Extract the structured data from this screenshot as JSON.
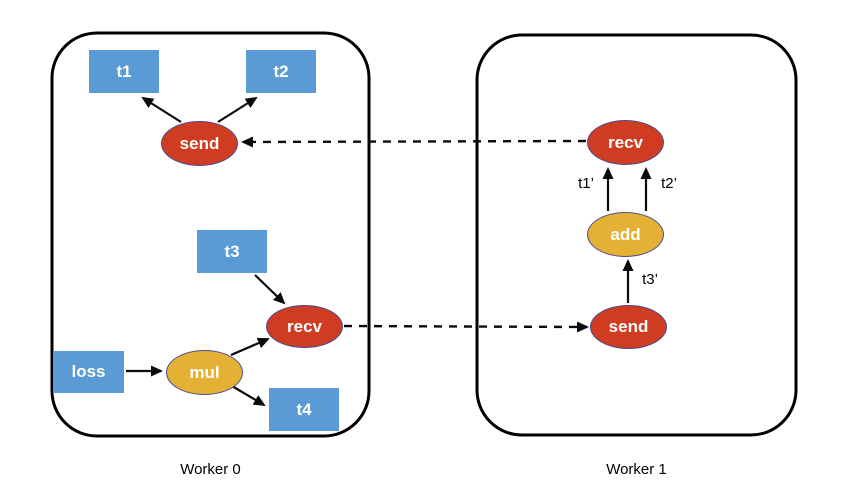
{
  "workers": {
    "worker0": {
      "label": "Worker 0"
    },
    "worker1": {
      "label": "Worker 1"
    }
  },
  "nodes": {
    "t1": {
      "label": "t1",
      "type": "tensor"
    },
    "t2": {
      "label": "t2",
      "type": "tensor"
    },
    "t3": {
      "label": "t3",
      "type": "tensor"
    },
    "t4": {
      "label": "t4",
      "type": "tensor"
    },
    "loss": {
      "label": "loss",
      "type": "tensor"
    },
    "send0": {
      "label": "send",
      "type": "comm"
    },
    "recv0": {
      "label": "recv",
      "type": "comm"
    },
    "mul": {
      "label": "mul",
      "type": "op"
    },
    "recv1": {
      "label": "recv",
      "type": "comm"
    },
    "add": {
      "label": "add",
      "type": "op"
    },
    "send1": {
      "label": "send",
      "type": "comm"
    }
  },
  "edge_labels": {
    "t1_prime": {
      "label": "t1’"
    },
    "t2_prime": {
      "label": "t2’"
    },
    "t3_prime": {
      "label": "t3’"
    }
  },
  "colors": {
    "tensor_box": "#5B9BD5",
    "comm_node": "#D03C22",
    "op_node": "#E5B134",
    "node_border": "#4A4A93",
    "node_text": "#FFFFFF",
    "label_text": "#000000",
    "arrow": "#0B0B0B",
    "worker_border": "#000000",
    "background": "#FFFFFF"
  }
}
